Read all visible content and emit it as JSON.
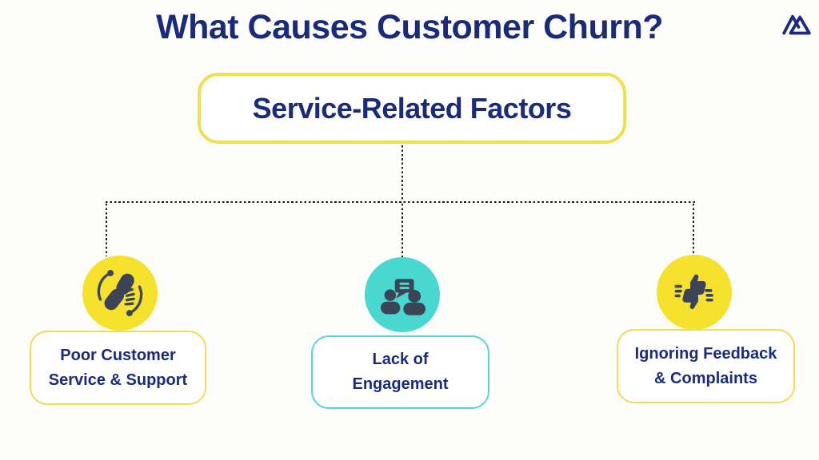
{
  "header": {
    "title": "What Causes Customer Churn?",
    "logo_icon": "mountain-logo-icon"
  },
  "root_node": {
    "label": "Service-Related Factors"
  },
  "branches": [
    {
      "id": "poor-customer-service",
      "icon": "support-hands-icon",
      "icon_bg": "#F6E12D",
      "border_color": "#F0DD52",
      "label_line1": "Poor Customer",
      "label_line2": "Service & Support"
    },
    {
      "id": "lack-of-engagement",
      "icon": "conversation-icon",
      "icon_bg": "#49D8D0",
      "border_color": "#55D8D0",
      "label_line1": "Lack of",
      "label_line2": "Engagement"
    },
    {
      "id": "ignoring-feedback",
      "icon": "thumbs-feedback-icon",
      "icon_bg": "#F6E12D",
      "border_color": "#F0DD52",
      "label_line1": "Ignoring Feedback",
      "label_line2": "& Complaints"
    }
  ],
  "colors": {
    "background": "#FDFDFB",
    "white": "#FFFFFF",
    "navy": "#1A2B7E",
    "slate": "#3C4557",
    "yellow": "#F6E12D",
    "yellow_border": "#F2DE4E",
    "teal": "#49D8D0",
    "teal_border": "#55D8D0",
    "connector": "#1C1C1C"
  }
}
